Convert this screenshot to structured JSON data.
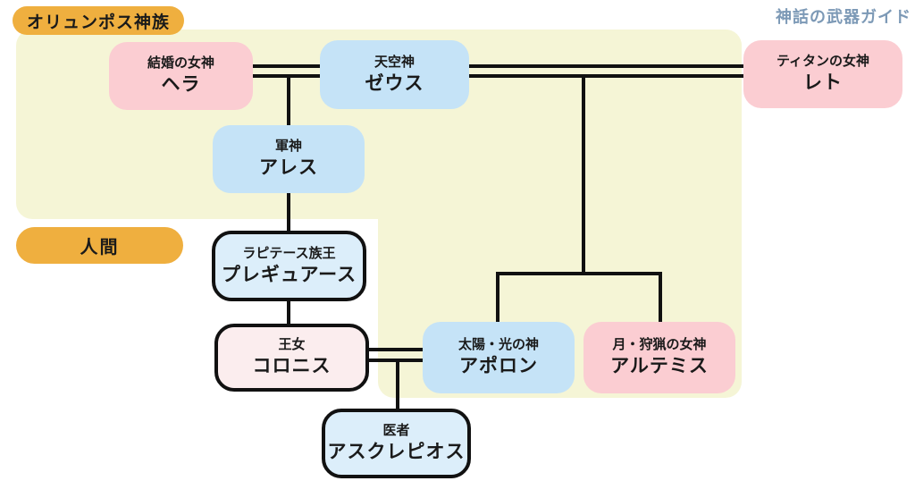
{
  "title": "神話の武器ガイド",
  "legend": {
    "gods_label": "オリュンポス神族",
    "humans_label": "人間"
  },
  "nodes": {
    "hera": {
      "role": "結婚の女神",
      "name": "ヘラ"
    },
    "zeus": {
      "role": "天空神",
      "name": "ゼウス"
    },
    "leto": {
      "role": "ティタンの女神",
      "name": "レト"
    },
    "ares": {
      "role": "軍神",
      "name": "アレス"
    },
    "phlegyas": {
      "role": "ラピテース族王",
      "name": "プレギュアース"
    },
    "coronis": {
      "role": "王女",
      "name": "コロニス"
    },
    "apollo": {
      "role": "太陽・光の神",
      "name": "アポロン"
    },
    "artemis": {
      "role": "月・狩猟の女神",
      "name": "アルテミス"
    },
    "asclepius": {
      "role": "医者",
      "name": "アスクレピオス"
    }
  },
  "edges": [
    {
      "type": "marriage",
      "between": [
        "ヘラ",
        "ゼウス"
      ]
    },
    {
      "type": "marriage",
      "between": [
        "ゼウス",
        "レト"
      ]
    },
    {
      "type": "parent-child",
      "parents": [
        "ヘラ",
        "ゼウス"
      ],
      "child": "アレス"
    },
    {
      "type": "parent-child",
      "parents": [
        "アレス"
      ],
      "child": "プレギュアース"
    },
    {
      "type": "parent-child",
      "parents": [
        "プレギュアース"
      ],
      "child": "コロニス"
    },
    {
      "type": "parent-child",
      "parents": [
        "ゼウス",
        "レト"
      ],
      "child": "アポロン"
    },
    {
      "type": "parent-child",
      "parents": [
        "ゼウス",
        "レト"
      ],
      "child": "アルテミス"
    },
    {
      "type": "marriage",
      "between": [
        "コロニス",
        "アポロン"
      ]
    },
    {
      "type": "parent-child",
      "parents": [
        "コロニス",
        "アポロン"
      ],
      "child": "アスクレピオス"
    }
  ],
  "colors": {
    "background_area": "#F5F5D6",
    "legend_pill": "#EFAF3F",
    "goddess_pink": "#FBCDD2",
    "god_blue": "#C5E3F7",
    "mortal_blue": "#DCEEFA",
    "mortal_pink": "#FBEDEE",
    "line_black": "#111111",
    "title_blue": "#7C99B6"
  }
}
